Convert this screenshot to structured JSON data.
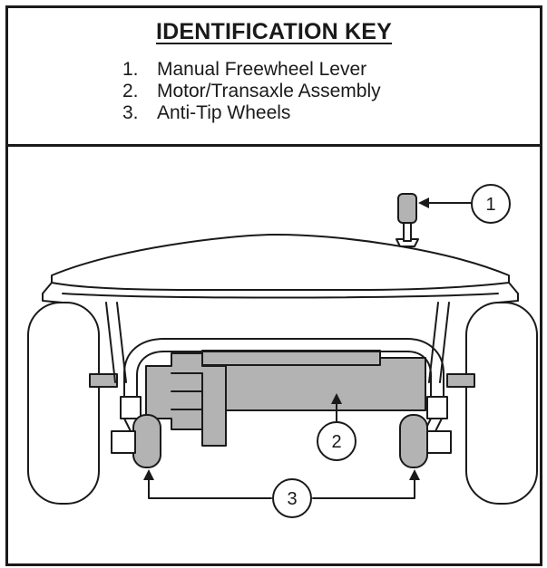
{
  "title": "IDENTIFICATION KEY",
  "items": [
    {
      "number": "1.",
      "label": "Manual Freewheel Lever"
    },
    {
      "number": "2.",
      "label": "Motor/Transaxle Assembly"
    },
    {
      "number": "3.",
      "label": "Anti-Tip Wheels"
    }
  ],
  "callouts": [
    "1",
    "2",
    "3"
  ],
  "colors": {
    "ink": "#1a1a1a",
    "fill_gray": "#b3b3b3",
    "paper": "#ffffff"
  }
}
